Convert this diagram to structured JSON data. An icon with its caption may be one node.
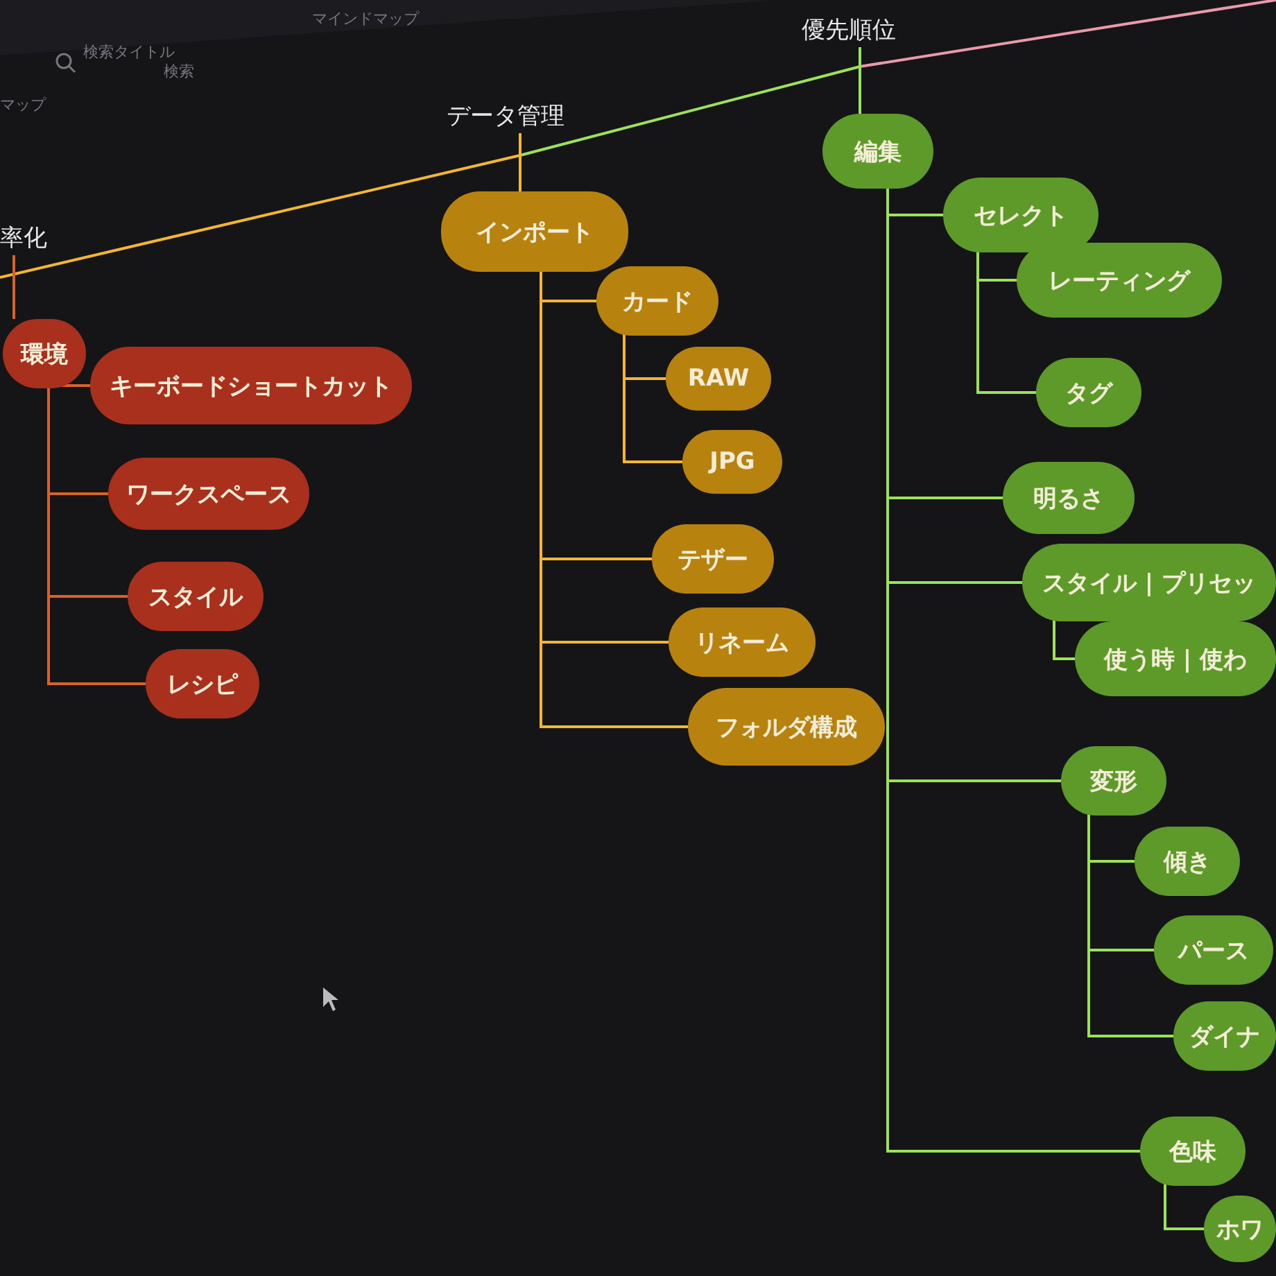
{
  "diagram": {
    "nodes": [
      {
        "text": [
          "率化"
        ]
      },
      {
        "text": [
          "環境"
        ]
      },
      {
        "text": [
          "キーボードショートカット"
        ]
      },
      {
        "text": [
          "ワークスペース"
        ]
      },
      {
        "text": [
          "スタイル"
        ]
      },
      {
        "text": [
          "レシピ"
        ]
      },
      {
        "text": [
          "データ管理"
        ]
      },
      {
        "text": [
          "インポート"
        ]
      },
      {
        "text": [
          "カード"
        ]
      },
      {
        "text": [
          "RAW"
        ]
      },
      {
        "text": [
          "JPG"
        ]
      },
      {
        "text": [
          "テザー"
        ]
      },
      {
        "text": [
          "リネーム"
        ]
      },
      {
        "text": [
          "フォルダ構成"
        ]
      },
      {
        "text": [
          "優先順位"
        ]
      },
      {
        "text": [
          "編集"
        ]
      },
      {
        "text": [
          "セレクト"
        ]
      },
      {
        "text": [
          "レーティング"
        ]
      },
      {
        "text": [
          "タグ"
        ]
      },
      {
        "text": [
          "明るさ"
        ]
      },
      {
        "text": [
          "スタイル | プリセッ"
        ]
      },
      {
        "text": [
          "使う時 | 使わ"
        ]
      },
      {
        "text": [
          "変形"
        ]
      },
      {
        "text": [
          "傾き"
        ]
      },
      {
        "text": [
          "パース"
        ]
      },
      {
        "text": [
          "ダイナ"
        ]
      },
      {
        "text": [
          "色味"
        ]
      },
      {
        "text": [
          "ホワ"
        ]
      }
    ],
    "edges": [
      {
        "from": 0,
        "to": 1,
        "arrow": "none",
        "color": "#d9622c"
      },
      {
        "from": 1,
        "to": 2,
        "arrow": "none",
        "color": "#d9622c"
      },
      {
        "from": 1,
        "to": 3,
        "arrow": "none",
        "color": "#d9622c"
      },
      {
        "from": 1,
        "to": 4,
        "arrow": "none",
        "color": "#d9622c"
      },
      {
        "from": 1,
        "to": 5,
        "arrow": "none",
        "color": "#d9622c"
      },
      {
        "from": 6,
        "to": 7,
        "arrow": "none",
        "color": "#f2b632"
      },
      {
        "from": 7,
        "to": 8,
        "arrow": "none",
        "color": "#f2b632"
      },
      {
        "from": 8,
        "to": 9,
        "arrow": "none",
        "color": "#f2b632"
      },
      {
        "from": 8,
        "to": 10,
        "arrow": "none",
        "color": "#f2b632"
      },
      {
        "from": 7,
        "to": 11,
        "arrow": "none",
        "color": "#f2b632"
      },
      {
        "from": 7,
        "to": 12,
        "arrow": "none",
        "color": "#f2b632"
      },
      {
        "from": 7,
        "to": 13,
        "arrow": "none",
        "color": "#f2b632"
      },
      {
        "from": 14,
        "to": 15,
        "arrow": "none"
      },
      {
        "from": 15,
        "to": 16,
        "arrow": "none"
      },
      {
        "from": 16,
        "to": 17,
        "arrow": "none"
      },
      {
        "from": 16,
        "to": 18,
        "arrow": "none"
      },
      {
        "from": 15,
        "to": 19,
        "arrow": "none"
      },
      {
        "from": 15,
        "to": 20,
        "arrow": "none"
      },
      {
        "from": 20,
        "to": 21,
        "arrow": "none"
      },
      {
        "from": 15,
        "to": 22,
        "arrow": "none"
      },
      {
        "from": 22,
        "to": 23,
        "arrow": "none"
      },
      {
        "from": 22,
        "to": 24,
        "arrow": "none"
      },
      {
        "from": 22,
        "to": 25,
        "arrow": "none"
      },
      {
        "from": 15,
        "to": 26,
        "arrow": "none"
      },
      {
        "from": 26,
        "to": 27,
        "arrow": "none"
      }
    ],
    "labels": [
      "マインドマップ",
      "検索タイトル",
      "検索",
      "マップ"
    ]
  }
}
